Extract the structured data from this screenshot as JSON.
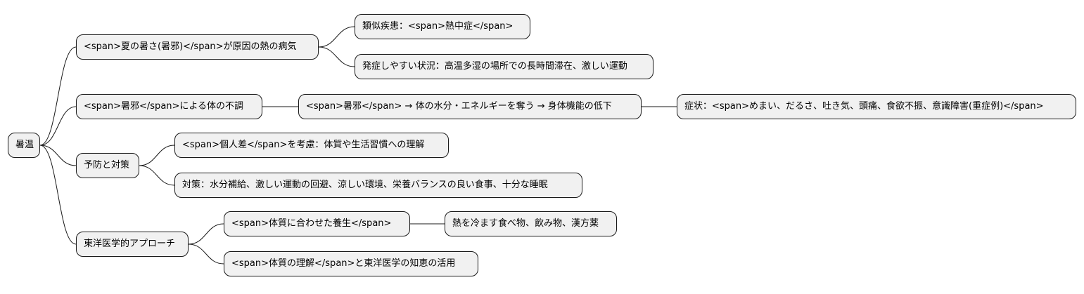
{
  "mindmap": {
    "root": "暑温",
    "branches": [
      {
        "label": "<span>夏の暑さ(暑邪)</span>が原因の熱の病気",
        "children": [
          {
            "label": "類似疾患：<span>熱中症</span>"
          },
          {
            "label": "発症しやすい状況：高温多湿の場所での長時間滞在、激しい運動"
          }
        ]
      },
      {
        "label": "<span>暑邪</span>による体の不調",
        "children": [
          {
            "label": "<span>暑邪</span> → 体の水分・エネルギーを奪う → 身体機能の低下",
            "children": [
              {
                "label": "症状：<span>めまい、だるさ、吐き気、頭痛、食欲不振、意識障害(重症例)</span>"
              }
            ]
          }
        ]
      },
      {
        "label": "予防と対策",
        "children": [
          {
            "label": "<span>個人差</span>を考慮：体質や生活習慣への理解"
          },
          {
            "label": "対策：水分補給、激しい運動の回避、涼しい環境、栄養バランスの良い食事、十分な睡眠"
          }
        ]
      },
      {
        "label": "東洋医学的アプローチ",
        "children": [
          {
            "label": "<span>体質に合わせた養生</span>",
            "children": [
              {
                "label": "熱を冷ます食べ物、飲み物、漢方薬"
              }
            ]
          },
          {
            "label": "<span>体質の理解</span>と東洋医学の知恵の活用"
          }
        ]
      }
    ]
  }
}
